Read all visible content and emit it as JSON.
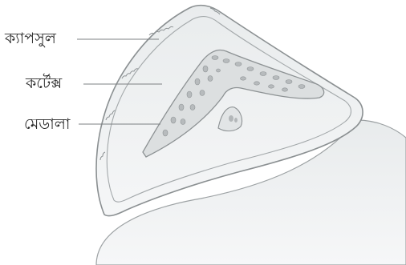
{
  "figure": {
    "labels": {
      "capsule": "ক্যাপসুল",
      "cortex": "কর্টেক্স",
      "medulla": "মেডালা"
    },
    "colors": {
      "body_outline": "#8f9496",
      "fill_light": "#eef0f1",
      "fill_mid": "#e2e5e6",
      "medulla_lobule_fill": "#b7bbbd",
      "leader_line": "#7d8183"
    }
  }
}
